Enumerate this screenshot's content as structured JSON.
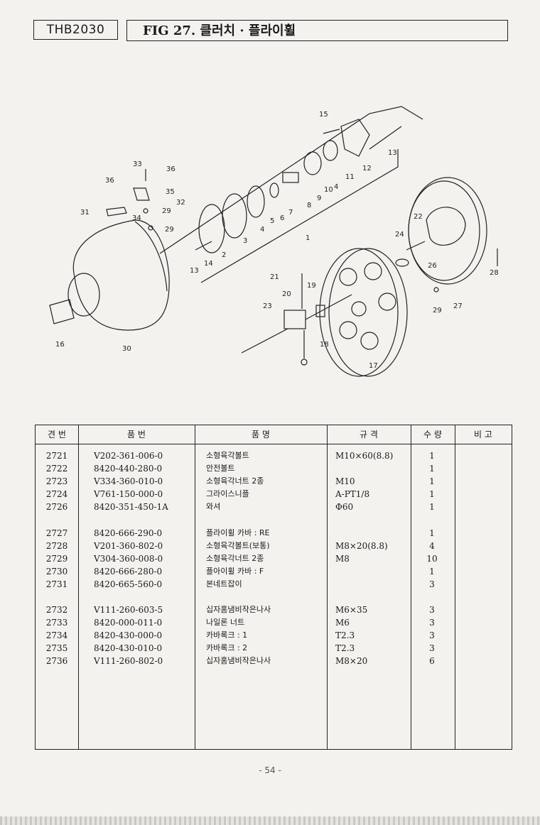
{
  "header": {
    "model_code": "THB2030",
    "figure_title": "FIG 27. 클러치 · 플라이휠"
  },
  "diagram": {
    "callouts": [
      "1",
      "2",
      "3",
      "4",
      "4",
      "5",
      "6",
      "7",
      "8",
      "9",
      "10",
      "11",
      "12",
      "13",
      "13",
      "14",
      "15",
      "16",
      "17",
      "18",
      "19",
      "20",
      "21",
      "22",
      "23",
      "24",
      "26",
      "27",
      "28",
      "29",
      "29",
      "29",
      "30",
      "31",
      "32",
      "33",
      "34",
      "35",
      "36",
      "36"
    ]
  },
  "table": {
    "headers": [
      "견 번",
      "품 번",
      "품 명",
      "규 격",
      "수 량",
      "비 고"
    ],
    "rows": [
      {
        "no": "2721",
        "part": "V202-361-006-0",
        "name": "소형육각볼트",
        "spec": "M10×60(8.8)",
        "qty": "1"
      },
      {
        "no": "2722",
        "part": "8420-440-280-0",
        "name": "안전볼트",
        "spec": "",
        "qty": "1"
      },
      {
        "no": "2723",
        "part": "V334-360-010-0",
        "name": "소형육각너트 2종",
        "spec": "M10",
        "qty": "1"
      },
      {
        "no": "2724",
        "part": "V761-150-000-0",
        "name": "그라이스니플",
        "spec": "A-PT1/8",
        "qty": "1"
      },
      {
        "no": "2726",
        "part": "8420-351-450-1A",
        "name": "와셔",
        "spec": "Φ60",
        "qty": "1"
      },
      {
        "no": "2727",
        "part": "8420-666-290-0",
        "name": "플라이휠 카바 : RE",
        "spec": "",
        "qty": "1"
      },
      {
        "no": "2728",
        "part": "V201-360-802-0",
        "name": "소형육각볼트(보통)",
        "spec": "M8×20(8.8)",
        "qty": "4"
      },
      {
        "no": "2729",
        "part": "V304-360-008-0",
        "name": "소형육각너트 2종",
        "spec": "M8",
        "qty": "10"
      },
      {
        "no": "2730",
        "part": "8420-666-280-0",
        "name": "플아이휠 카바 : F",
        "spec": "",
        "qty": "1"
      },
      {
        "no": "2731",
        "part": "8420-665-560-0",
        "name": "본네트잡이",
        "spec": "",
        "qty": "3"
      },
      {
        "no": "2732",
        "part": "V111-260-603-5",
        "name": "십자홈냄비작은나사",
        "spec": "M6×35",
        "qty": "3"
      },
      {
        "no": "2733",
        "part": "8420-000-011-0",
        "name": "나일론 너트",
        "spec": "M6",
        "qty": "3"
      },
      {
        "no": "2734",
        "part": "8420-430-000-0",
        "name": "카바록크 : 1",
        "spec": "T2.3",
        "qty": "3"
      },
      {
        "no": "2735",
        "part": "8420-430-010-0",
        "name": "카바록크 : 2",
        "spec": "T2.3",
        "qty": "3"
      },
      {
        "no": "2736",
        "part": "V111-260-802-0",
        "name": "십자홈냄비작은나사",
        "spec": "M8×20",
        "qty": "6"
      }
    ]
  },
  "footer": {
    "page_number": "- 54 -"
  }
}
